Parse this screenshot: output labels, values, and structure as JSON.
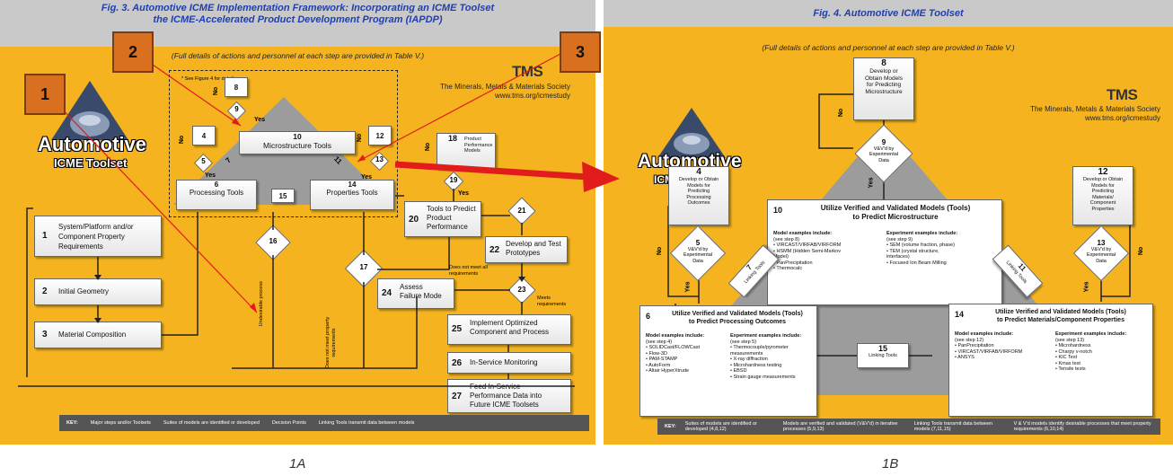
{
  "panelA": {
    "title": "Fig. 3. Automotive ICME Implementation Framework: Incorporating an ICME Toolset\nthe ICME-Accelerated Product Development Program (IAPDP)",
    "subtitle": "(Full details of actions and personnel at each step are provided in Table V.)",
    "brand": "Automotive",
    "brand_sub": "ICME Toolset",
    "tms": "TMS",
    "tms_org": "The Minerals, Metals & Materials Society\nwww.tms.org/icmestudy",
    "see_fig": "* See Figure 4 for details.",
    "steps": {
      "s1": "System/Platform and/or\nComponent Property\nRequirements",
      "s1n": "1",
      "s2": "Initial Geometry",
      "s2n": "2",
      "s3": "Material Composition",
      "s3n": "3",
      "s4": "4",
      "s5": "5",
      "s6n": "6",
      "s6": "Processing Tools",
      "s7": "7",
      "s8": "8",
      "s9": "9",
      "s10n": "10",
      "s10": "Microstructure Tools",
      "s11": "11",
      "s12": "12",
      "s13": "13",
      "s14n": "14",
      "s14": "Properties Tools",
      "s15": "15",
      "s16": "16",
      "s17": "17",
      "s18n": "18",
      "s18": "Product\nPerformance\nModels",
      "s19": "19",
      "s20n": "20",
      "s20": "Tools to Predict\nProduct\nPerformance",
      "s21": "21",
      "s22n": "22",
      "s22": "Develop and Test\nPrototypes",
      "s23": "23",
      "s24n": "24",
      "s24": "Assess\nFailure Mode",
      "s25n": "25",
      "s25": "Implement Optimized\nComponent and Process",
      "s26n": "26",
      "s26": "In-Service Monitoring",
      "s27n": "27",
      "s27": "Feed In-Service\nPerformance Data into\nFuture ICME Toolsets"
    },
    "labels": {
      "yes": "Yes",
      "no": "No",
      "undesirable": "Undesirable process",
      "not_meet": "Does not meet property\nrequirements",
      "not_meet_all": "Does not meet all\nrequirements",
      "meets": "Meets\nrequirements"
    },
    "key": [
      "KEY:",
      "Major steps and/or Toolsets",
      "Suites of models are identified or developed",
      "Decision Points",
      "Linking Tools transmit data between models"
    ]
  },
  "badges": [
    "1",
    "2",
    "3"
  ],
  "panelB": {
    "title": "Fig. 4. Automotive ICME Toolset",
    "subtitle": "(Full details of actions and personnel at each step are provided in Table V.)",
    "brand": "Automotive",
    "brand_sub": "ICME Toolset",
    "tms": "TMS",
    "tms_org": "The Minerals, Metals & Materials Society\nwww.tms.org/icmestudy",
    "b8n": "8",
    "b8": "Develop or\nObtain Models\nfor Predicting\nMicrostructure",
    "b9n": "9",
    "b9": "V&V'd by\nExperimental\nData",
    "b4n": "4",
    "b4": "Develop or Obtain\nModels for\nPredicting\nProcessing\nOutcomes",
    "b5n": "5",
    "b5": "V&V'd by\nExperimental\nData",
    "b12n": "12",
    "b12": "Develop or Obtain\nModels for\nPredicting\nMaterials/\nComponent\nProperties",
    "b13n": "13",
    "b13": "V&V'd by\nExperimental\nData",
    "b10n": "10",
    "b10": "Utilize Verified and Validated Models (Tools)\nto Predict Microstructure",
    "b10_models_h": "Model examples include:",
    "b10_models_sub": "(see step 8)",
    "b10_models": "• VIRCAST/VIRFAB/VIRFORM\n• HSMM (Hidden Semi-Markov\n   Model)\n• PanPrecipitation\n• Thermocalc",
    "b10_exp_h": "Experiment examples include:",
    "b10_exp_sub": "(see step 9)",
    "b10_exp": "• SEM (volume fraction, phase)\n• TEM (crystal structure,\n   interfaces)\n• Focused Ion Beam Milling",
    "b6n": "6",
    "b6": "Utilize Verified and Validated Models (Tools)\nto Predict Processing Outcomes",
    "b6_models_h": "Model examples include:",
    "b6_models_sub": "(see step 4)",
    "b6_models": "• SOLIDCast/FLOWCast\n• Flow-3D\n• PAM-STAMP\n• AutoForm\n• Altair HyperXtrude",
    "b6_exp_h": "Experiment examples include:",
    "b6_exp_sub": "(see step 5)",
    "b6_exp": "• Thermocouple/pyrometer\n   measurements\n• X-ray diffraction\n• Microhardness testing\n• EBSD\n• Strain gauge measurements",
    "b14n": "14",
    "b14": "Utilize Verified and Validated Models (Tools)\nto Predict Materials/Component Properties",
    "b14_models_h": "Model examples include:",
    "b14_models_sub": "(see step 12)",
    "b14_models": "• PanPrecipitation\n• VIRCAST/VIRFAB/VIRFORM\n• ANSYS",
    "b14_exp_h": "Experiment examples include:",
    "b14_exp_sub": "(see step 13)",
    "b14_exp": "• Microhardness\n• Charpy v-notch\n• KIC Test\n• Kmax test\n• Tensile tests",
    "b15n": "15",
    "b15": "Linking Tools",
    "b7n": "7",
    "b7": "Linking Tools",
    "b11n": "11",
    "b11": "Linking Tools",
    "yes": "Yes",
    "no": "No",
    "key": [
      "KEY:",
      "Suites of models are identified or developed (4,8,12)",
      "Models are verified and validated (V&V'd) in iterative processes (5,9,13)",
      "Linking Tools transmit data between models (7,11,15)",
      "V & V'd models identify desirable processes that meet property requirements (6,10,14)"
    ]
  },
  "captions": [
    "1A",
    "1B"
  ]
}
